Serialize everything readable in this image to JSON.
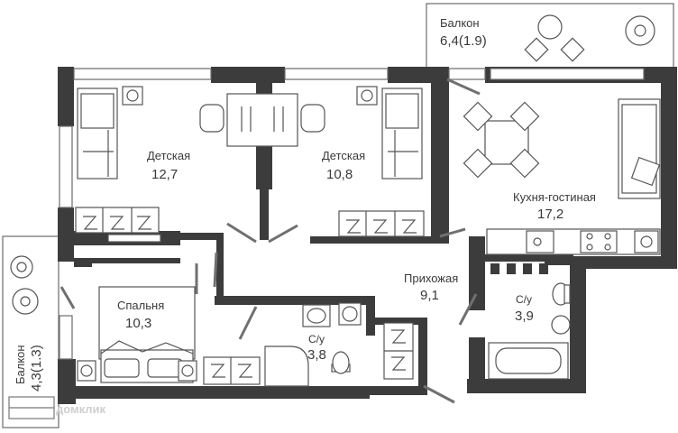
{
  "rooms": {
    "balcony_top": {
      "name": "Балкон",
      "area": "6,4(1.9)"
    },
    "kids1": {
      "name": "Детская",
      "area": "12,7"
    },
    "kids2": {
      "name": "Детская",
      "area": "10,8"
    },
    "kitchen": {
      "name": "Кухня-гостиная",
      "area": "17,2"
    },
    "hall": {
      "name": "Прихожая",
      "area": "9,1"
    },
    "bedroom": {
      "name": "Спальня",
      "area": "10,3"
    },
    "bath1": {
      "name": "С/у",
      "area": "3,8"
    },
    "bath2": {
      "name": "С/у",
      "area": "3,9"
    },
    "balcony_left": {
      "name": "Балкон",
      "area": "4,3(1.3)"
    }
  },
  "watermark": "домклик",
  "colors": {
    "wall": "#3c3c3c",
    "line": "#555555",
    "fill": "#ffffff"
  }
}
